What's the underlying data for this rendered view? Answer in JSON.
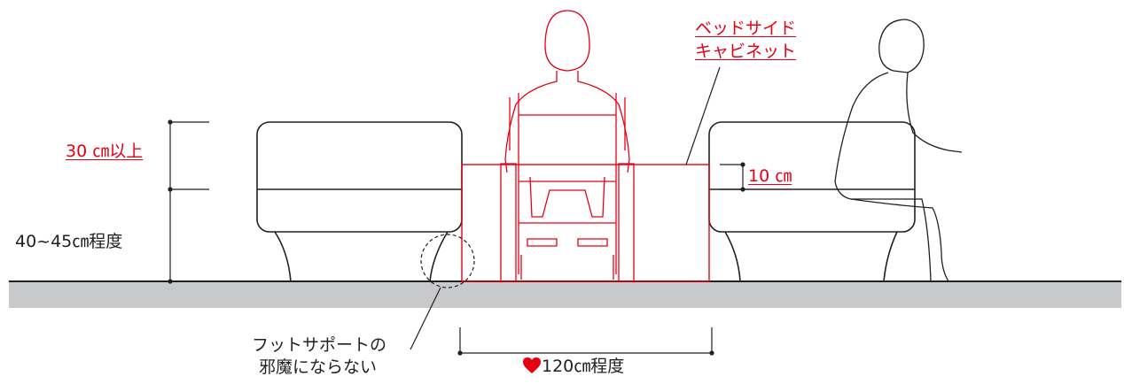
{
  "colors": {
    "accent": "#e60012",
    "ink": "#231f20",
    "floor": "#c8c9ca",
    "heart": "#e60012"
  },
  "labels": {
    "cabinet_line1": "ベッドサイド",
    "cabinet_line2": "キャビネット",
    "height_gap": "30 ㎝以上",
    "seat_height": "40~45㎝程度",
    "cabinet_offset": "10 ㎝",
    "footrest_line1": "フットサポートの",
    "footrest_line2": "邪魔にならない",
    "width_note": "120㎝程度"
  },
  "icons": {
    "heart": "heart-icon"
  }
}
